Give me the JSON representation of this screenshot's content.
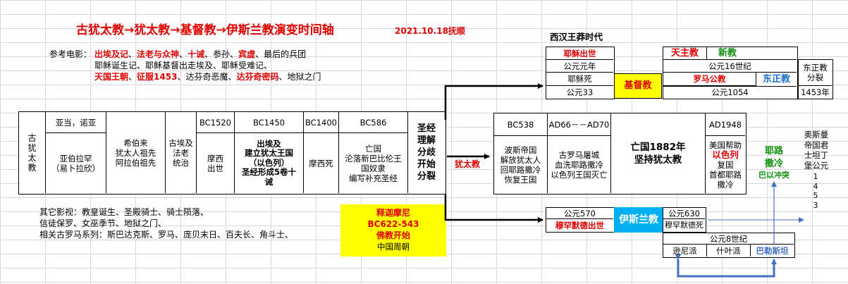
{
  "title": {
    "main": "古犹太教→犹太教→基督教→伊斯兰教演变时间轴",
    "date": "2021.10.18抚顺"
  },
  "films": {
    "label": "参考电影：",
    "line1": [
      {
        "t": "出埃及记",
        "red": true
      },
      {
        "t": "、",
        "red": false
      },
      {
        "t": "法老与众神",
        "red": true
      },
      {
        "t": "、",
        "red": false
      },
      {
        "t": "十诫",
        "red": true
      },
      {
        "t": "、参孙、",
        "red": false
      },
      {
        "t": "宾虚",
        "red": true
      },
      {
        "t": "、最后的兵团",
        "red": false
      }
    ],
    "line2": "耶稣诞生记、耶稣基督出走埃及、耶稣受难记、",
    "line3": [
      {
        "t": "天国王朝",
        "red": true
      },
      {
        "t": "、",
        "red": false
      },
      {
        "t": "征服1453",
        "red": true
      },
      {
        "t": "、达芬奇恶魔、",
        "red": false
      },
      {
        "t": "达芬奇密码",
        "red": true
      },
      {
        "t": "、地狱之门",
        "red": false
      }
    ]
  },
  "others": {
    "line1": "其它影视：教皇诞生、圣殿骑士、骑士陨落、",
    "line2": "信徒保罗、女巫季节、地狱之门、",
    "line3": "相关古罗马系列：斯巴达克斯、罗马、庞贝末日、百夫长、角斗士、"
  },
  "left_table": {
    "c1": "古\n犹\n太\n教",
    "c2_top": "亚当，诺亚",
    "c2_bottom": "亚伯拉罕\n（易卜拉欣）",
    "c3": "希伯来\n犹太人祖先\n阿拉伯祖先",
    "c4": "古埃及\n法老\n统治",
    "c5_top": "BC1520",
    "c5_bottom": "摩西\n出世",
    "c6_top": "BC1450",
    "c6_bottom": "出埃及\n建立犹太王国\n（以色列）\n圣经形成5卷十\n诫",
    "c7_top": "BC1400",
    "c7_bottom": "摩西死",
    "c8_top": "BC586",
    "c8_bottom": "亡国\n沦落新巴比伦王\n国奴隶\n编写补充圣经",
    "c9": "圣经\n理解\n分歧\n开始\n分裂"
  },
  "judaism_label": "犹太教",
  "right_table": {
    "c1_top": "BC538",
    "c1_bottom": "波斯帝国\n解放犹太人\n回耶路撒冷\n恢复王国",
    "c2_top": "AD66－－AD70",
    "c2_bottom": "古罗马屠城\n血洗耶路撒冷\n以色列王国灭亡",
    "c3": "亡国1882年\n坚持犹太教",
    "c4_top": "AD1948",
    "c4_l1": "美国帮助",
    "c4_l2": "以色列",
    "c4_l3": "复国\n首都耶路\n撒冷"
  },
  "jerusalem": {
    "l1": "耶路",
    "l2": "撒冷",
    "l3": "巴以冲突"
  },
  "ottoman": {
    "l1": "奥斯曼\n帝国君\n士坦丁\n堡公元",
    "digits": "1\n4\n5\n3"
  },
  "christianity": {
    "era": "西汉王莽时代",
    "birth": "耶稣出世",
    "year1": "公元元年",
    "death": "耶稣死",
    "year33": "公元33",
    "name": "基督教",
    "catholic": "天主教",
    "protestant": "新教",
    "c16": "公元16世纪",
    "roman_pope": "罗马公教",
    "orthodox": "东正教",
    "y1054": "公元1054",
    "split": "东正教\n分裂",
    "y1453": "1453年"
  },
  "islam": {
    "y570": "公元570",
    "muhammad_birth": "穆罕默德出世",
    "name": "伊斯兰教",
    "y630": "公元630",
    "muhammad_death": "穆罕默德死",
    "c8": "公元8世纪",
    "sunni": "逊尼派",
    "shia": "什叶派",
    "palestine": "巴勒斯坦"
  },
  "buddhism": {
    "l1": "释迦摩尼",
    "l2": "BC622-543",
    "l3": "佛教开始",
    "l4": "中国周朝"
  },
  "colors": {
    "red": "#e00000",
    "green": "#109010",
    "blue": "#1a6fc0",
    "yellow": "#ffff00",
    "cyan": "#00b0f0",
    "arrow_blue": "#4472c4"
  }
}
